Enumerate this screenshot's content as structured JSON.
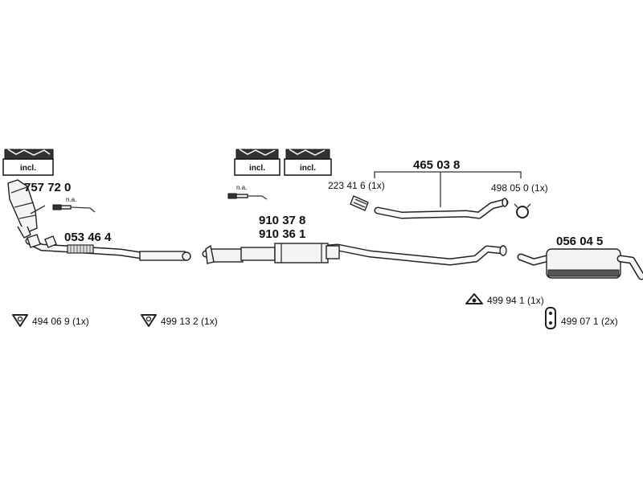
{
  "labels": {
    "p757720": "757 72 0",
    "p053464": "053 46 4",
    "p910378": "910 37 8",
    "p910361": "910 36 1",
    "p465038": "465 03 8",
    "p223416": "223 41 6 (1x)",
    "p498050": "498 05 0 (1x)",
    "p056045": "056 04 5",
    "p499941": "499 94 1 (1x)",
    "p494069": "494 06 9 (1x)",
    "p499132": "499 13 2 (1x)",
    "p499071": "499 07 1 (2x)"
  },
  "badges": {
    "incl": "incl.",
    "na": "n.a."
  },
  "icons": {
    "kit_box": "parts-kit-box-icon",
    "sensor": "lambda-sensor-icon",
    "gasket": "triangle-gasket-icon",
    "rubber_ring": "rubber-ring-icon",
    "rubber_mount": "rubber-mount-icon",
    "clamp": "clamp-icon"
  }
}
